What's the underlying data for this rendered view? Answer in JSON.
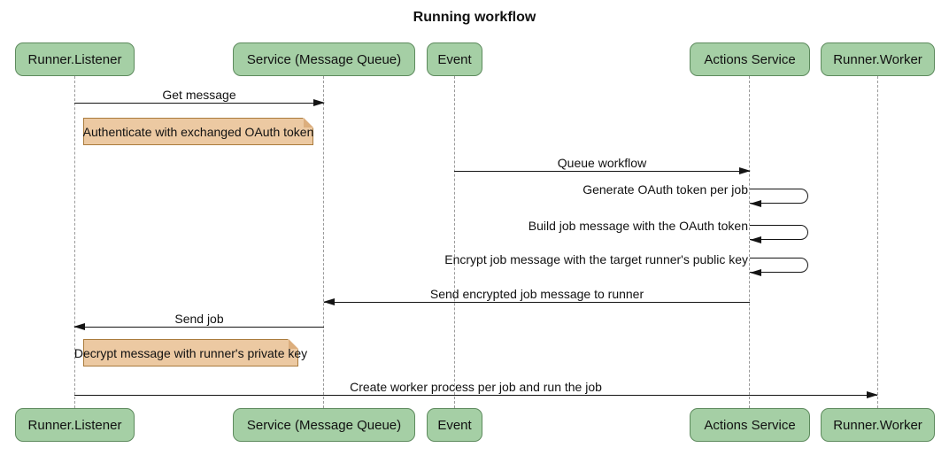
{
  "diagram": {
    "title": "Running workflow",
    "type": "sequence-diagram"
  },
  "colors": {
    "background": "#ffffff",
    "text": "#111111",
    "line": "#141414",
    "actor_fill": "#a5cfa5",
    "actor_border": "#5d8a5d",
    "note_fill": "#ecc9a2",
    "note_border": "#aa7b3c",
    "note_fold": "#dcae7d",
    "lifeline": "#9a9a9a"
  },
  "actors": [
    {
      "id": "runner-listener",
      "label": "Runner.Listener"
    },
    {
      "id": "service-message-queue",
      "label": "Service (Message Queue)"
    },
    {
      "id": "event",
      "label": "Event"
    },
    {
      "id": "actions-service",
      "label": "Actions Service"
    },
    {
      "id": "runner-worker",
      "label": "Runner.Worker"
    }
  ],
  "messages": [
    {
      "label": "Get message",
      "from": "Runner.Listener",
      "to": "Service (Message Queue)",
      "self": false
    },
    {
      "label": "Queue workflow",
      "from": "Event",
      "to": "Actions Service",
      "self": false
    },
    {
      "label": "Generate OAuth token per job",
      "from": "Actions Service",
      "to": "Actions Service",
      "self": true
    },
    {
      "label": "Build job message with the OAuth token",
      "from": "Actions Service",
      "to": "Actions Service",
      "self": true
    },
    {
      "label": "Encrypt job message with the target runner's public key",
      "from": "Actions Service",
      "to": "Actions Service",
      "self": true
    },
    {
      "label": "Send encrypted job message to runner",
      "from": "Actions Service",
      "to": "Service (Message Queue)",
      "self": false
    },
    {
      "label": "Send job",
      "from": "Service (Message Queue)",
      "to": "Runner.Listener",
      "self": false
    },
    {
      "label": "Create worker process per job and run the job",
      "from": "Runner.Listener",
      "to": "Runner.Worker",
      "self": false
    }
  ],
  "notes": [
    {
      "label": "Authenticate with exchanged OAuth token",
      "anchor": "Runner.Listener"
    },
    {
      "label": "Decrypt message with runner's private key",
      "anchor": "Runner.Listener"
    }
  ]
}
